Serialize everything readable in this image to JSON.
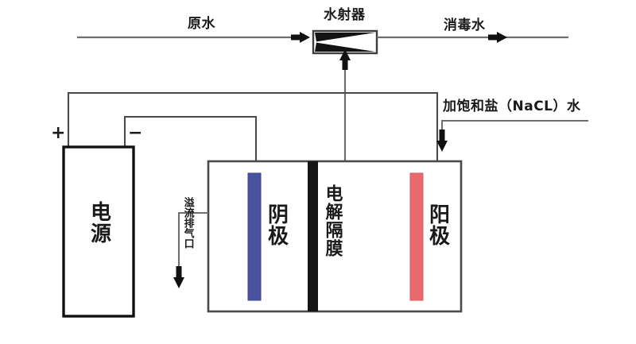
{
  "diagram": {
    "title_flow": {
      "raw_water": "原水",
      "ejector": "水射器",
      "disinfected_water": "消毒水"
    },
    "power_supply": {
      "label": "电源",
      "positive_terminal": "+",
      "negative_terminal": "−"
    },
    "cell": {
      "cathode": "阴极",
      "membrane": "电解隔膜",
      "anode": "阳极"
    },
    "ports": {
      "overflow_vent": "溢流排气口",
      "brine_inlet": "加饱和盐（NaCL）水"
    },
    "colors": {
      "cathode": "#4a52a0",
      "anode": "#e8696e",
      "membrane": "#151515",
      "line": "#6e6e6e",
      "outline": "#4a4a4a",
      "ink": "#1a1a1a",
      "background": "#ffffff"
    }
  }
}
